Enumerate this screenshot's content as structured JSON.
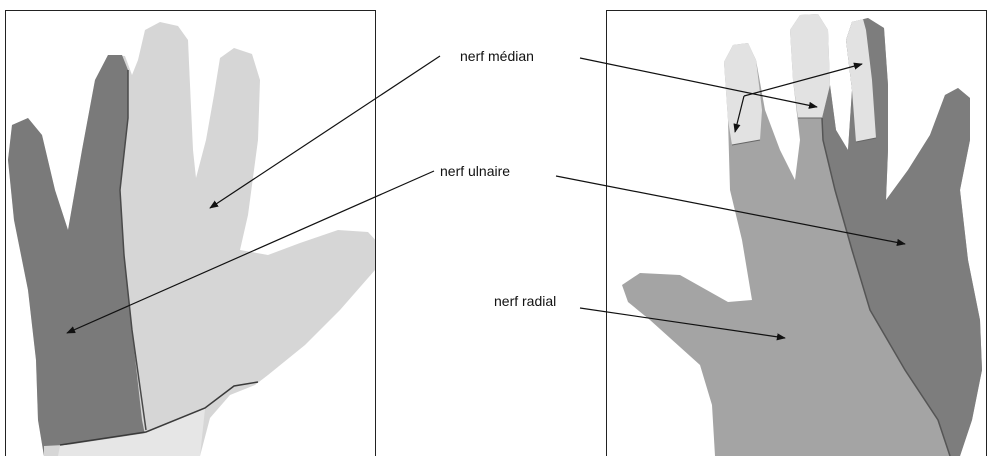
{
  "labels": {
    "median": "nerf médian",
    "ulnar": "nerf ulnaire",
    "radial": "nerf radial"
  },
  "colors": {
    "background": "#ffffff",
    "frame": "#222222",
    "skin_light": "#d8d8d8",
    "skin_medium": "#a5a5a5",
    "skin_dark": "#787878",
    "fingertip_pale": "#e3e3e3",
    "arrow": "#111111"
  }
}
